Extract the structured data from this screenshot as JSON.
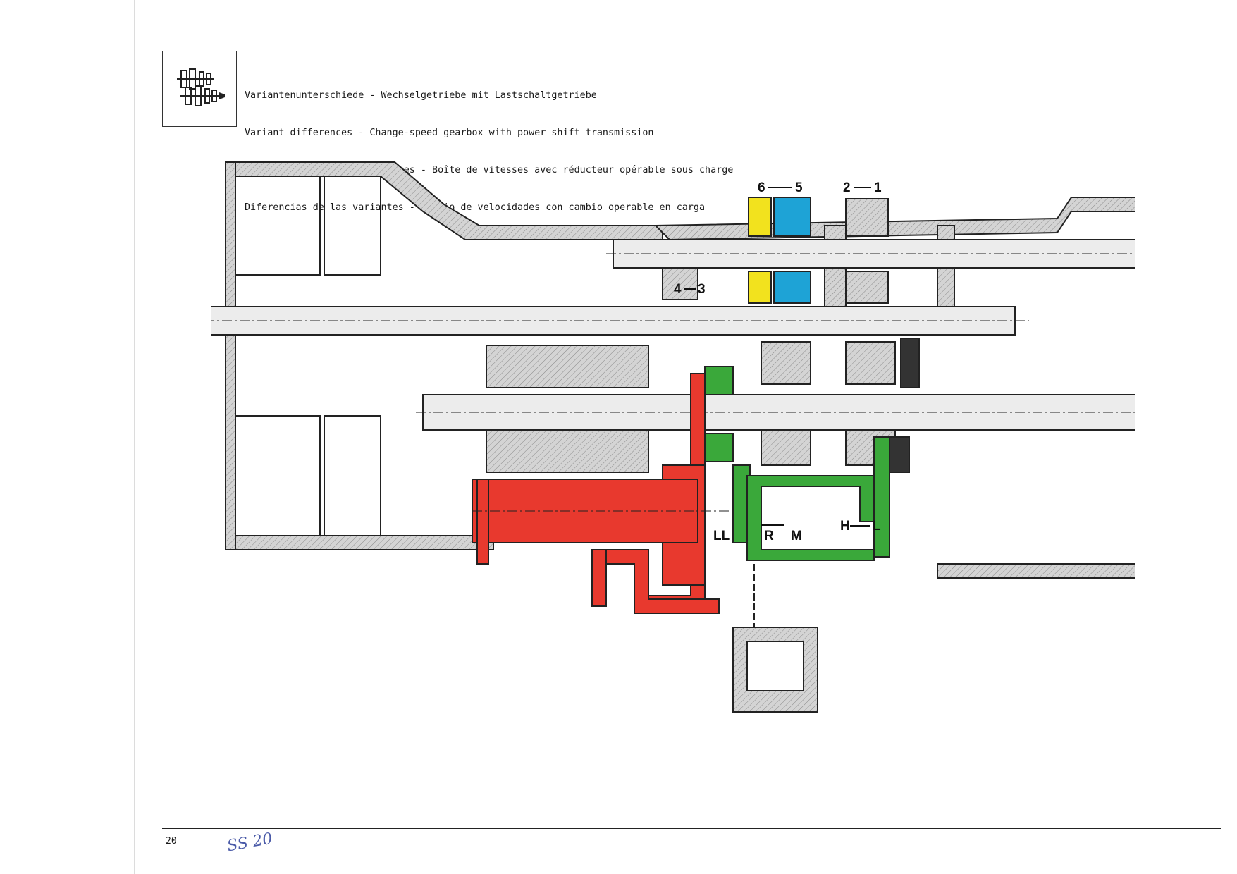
{
  "header": {
    "lines": [
      "Variantenunterschiede - Wechselgetriebe mit Lastschaltgetriebe",
      "Variant differences - Change-speed gearbox with power shift transmission",
      "Différences dans les variantes - Boîte de vitesses avec réducteur opérable sous charge",
      "Diferencias de las variantes - Cambio de velocidades con cambio operable en carga"
    ],
    "icon": "gearbox-icon"
  },
  "drawing": {
    "labels": {
      "six": "6",
      "five": "5",
      "two": "2",
      "one": "1",
      "four": "4",
      "three": "3",
      "ll": "LL",
      "r": "R",
      "m": "M",
      "h": "H",
      "l": "L"
    },
    "colors": {
      "powershift": "#e8392e",
      "range": "#3aa83a",
      "gear_6": "#f2e21e",
      "gear_5": "#1ea3d6",
      "housing": "#cfcfcf",
      "outline": "#222222",
      "dark_part": "#333333"
    }
  },
  "footer": {
    "page_number": "20",
    "handwritten_note": "SS 20"
  }
}
